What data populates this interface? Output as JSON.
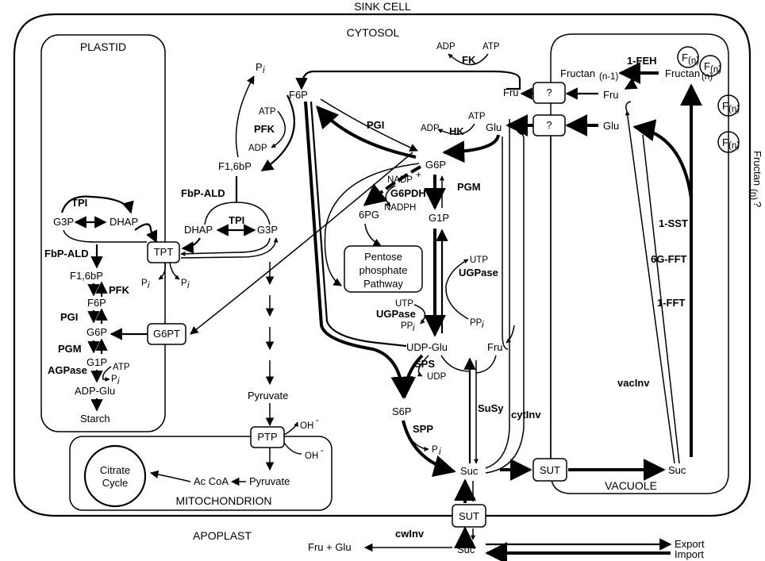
{
  "compartments": {
    "sink_cell": "SINK CELL",
    "cytosol": "CYTOSOL",
    "plastid": "PLASTID",
    "mitochondrion": "MITOCHONDRION",
    "vacuole": "VACUOLE",
    "apoplast": "APOPLAST"
  },
  "transporters": {
    "tpt": "TPT",
    "g6pt": "G6PT",
    "ptp": "PTP",
    "sut_vacuole": "SUT",
    "sut_membrane": "SUT",
    "unknown_fru": "?",
    "unknown_glu": "?"
  },
  "boxes": {
    "pentose_line1": "Pentose",
    "pentose_line2": "phosphate",
    "pentose_line3": "Pathway",
    "citrate_line1": "Citrate",
    "citrate_line2": "Cycle"
  },
  "plastid": {
    "tpi": "TPI",
    "g3p": "G3P",
    "dhap": "DHAP",
    "fbp_ald": "FbP-ALD",
    "f16bp": "F1,6bP",
    "pfk": "PFK",
    "f6p": "F6P",
    "pgi": "PGI",
    "g6p": "G6P",
    "pgm": "PGM",
    "g1p": "G1P",
    "agpase": "AGPase",
    "atp": "ATP",
    "pi": "P",
    "adp_glu": "ADP-Glu",
    "starch": "Starch"
  },
  "cytosol": {
    "pi_top": "P",
    "f6p": "F6P",
    "atp_pfk": "ATP",
    "pfk": "PFK",
    "adp_pfk": "ADP",
    "f16bp": "F1,6bP",
    "fbp_ald": "FbP-ALD",
    "dhap": "DHAP",
    "tpi": "TPI",
    "g3p": "G3P",
    "pi_1": "P",
    "pi_2": "P",
    "pyruvate": "Pyruvate",
    "pyruvate_mito": "Pyruvate",
    "ac_coa": "Ac CoA",
    "oh1": "OH",
    "oh2": "OH",
    "adp_fk": "ADP",
    "atp_fk": "ATP",
    "fk": "FK",
    "pgi": "PGI",
    "adp_hk": "ADP",
    "hk": "HK",
    "atp_hk": "ATP",
    "fru_top": "Fru",
    "glu_top": "Glu",
    "g6p": "G6P",
    "nadp": "NADP",
    "nadph": "NADPH",
    "g6pdh": "G6PDH",
    "pgm": "PGM",
    "six_pg": "6PG",
    "g1p": "G1P",
    "utp_1": "UTP",
    "ugpase_1": "UGPase",
    "utp_2": "UTP",
    "ugpase_2": "UGPase",
    "ppi_1": "PP",
    "ppi_2": "PP",
    "udp_glu": "UDP-Glu",
    "fru_mid": "Fru",
    "sps": "SPS",
    "udp": "UDP",
    "s6p": "S6P",
    "spp": "SPP",
    "pi_spp": "P",
    "susy": "SuSy",
    "suc": "Suc",
    "cytinv": "cytInv"
  },
  "vacuole": {
    "feh": "1-FEH",
    "fructan_n1": "Fructan",
    "fructan_n1_sub": "(n-1)",
    "fructan_n": "Fructan",
    "fructan_n_sub": "(n)",
    "fru": "Fru",
    "glu": "Glu",
    "sst": "1-SST",
    "6gfft": "6G-FFT",
    "1fft": "1-FFT",
    "vacinv": "vacInv",
    "suc": "Suc",
    "fn": "F",
    "fn_sub": "(n)",
    "fructan_side": "Fructan",
    "fructan_side_sub": "(n)",
    "fructan_side_q": "?"
  },
  "apoplast": {
    "suc": "Suc",
    "cwinv": "cwInv",
    "fru_glu": "Fru + Glu",
    "export": "Export",
    "import": "Import"
  },
  "colors": {
    "ink": "#000000",
    "background": "#ffffff"
  }
}
